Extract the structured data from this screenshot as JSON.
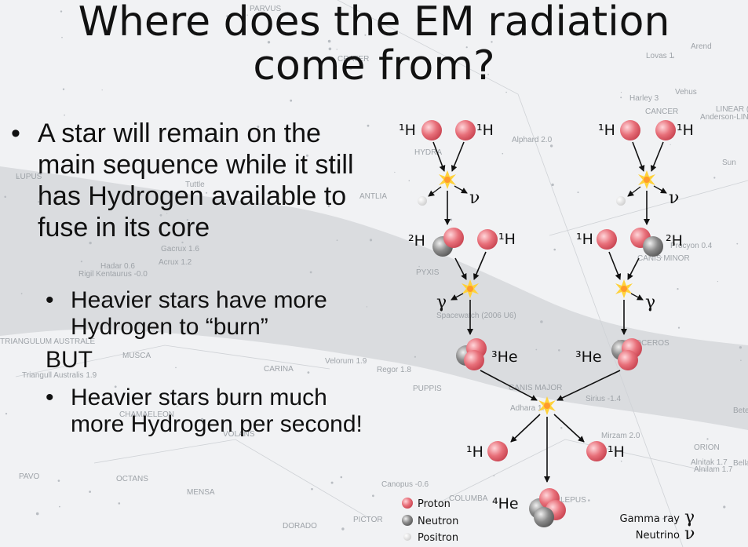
{
  "slide": {
    "title_line1": "Where does the EM radiation",
    "title_line2": "come from?"
  },
  "bullets": {
    "main": "A star will remain on the main sequence while it still has Hydrogen available to fuse in its core",
    "sub1": "Heavier stars have more Hydrogen to “burn”",
    "but": "BUT",
    "sub2": "Heavier stars burn much more Hydrogen per second!"
  },
  "star_map_labels": [
    "PARVUS",
    "CRATER",
    "Lovas 1",
    "Arend",
    "Harley 3",
    "Vehus",
    "CANCER",
    "LINEAR (2",
    "Anderson-LINEA",
    "Alphard 2.0",
    "HYDRA",
    "ANTLIA",
    "LUPUS",
    "Sun",
    "Tuttle",
    "Gacrux 1.6",
    "Acrux 1.2",
    "Hadar 0.6",
    "Rigil Kentaurus -0.0",
    "PYXIS",
    "Spacewatch (2006 U6)",
    "TRIANGULUM AUSTRALE",
    "MUSCA",
    "CARINA",
    "Velorum 1.9",
    "Regor 1.8",
    "Triangull Australis 1.9",
    "PUPPIS",
    "CANIS MAJOR",
    "Adhara 1.5",
    "Sirius -1.4",
    "CHAMAELEON",
    "VOLANS",
    "Mirzam 2.0",
    "Betel",
    "ORION",
    "Alnitak 1.7",
    "Alnilam 1.7",
    "Bella",
    "PAVO",
    "OCTANS",
    "MENSA",
    "Canopus -0.6",
    "PICTOR",
    "DORADO",
    "COLUMBA",
    "LEPUS",
    "CANIS MINOR",
    "Procyon 0.4",
    "MONOCEROS"
  ],
  "diagram": {
    "h1": "¹H",
    "h2": "²H",
    "he3": "³He",
    "he4": "⁴He",
    "nu": "ν",
    "gamma": "γ"
  },
  "legend": {
    "proton": "Proton",
    "neutron": "Neutron",
    "positron": "Positron",
    "gamma_ray": "Gamma ray",
    "gamma_symbol": "γ",
    "neutrino": "Neutrino",
    "neutrino_symbol": "ν"
  },
  "colors": {
    "proton": "#e8707a",
    "neutron": "#8a8a8a",
    "positron": "#d9d9d9",
    "flash": "#ffd23a",
    "milky_way": "#dadcdf"
  }
}
